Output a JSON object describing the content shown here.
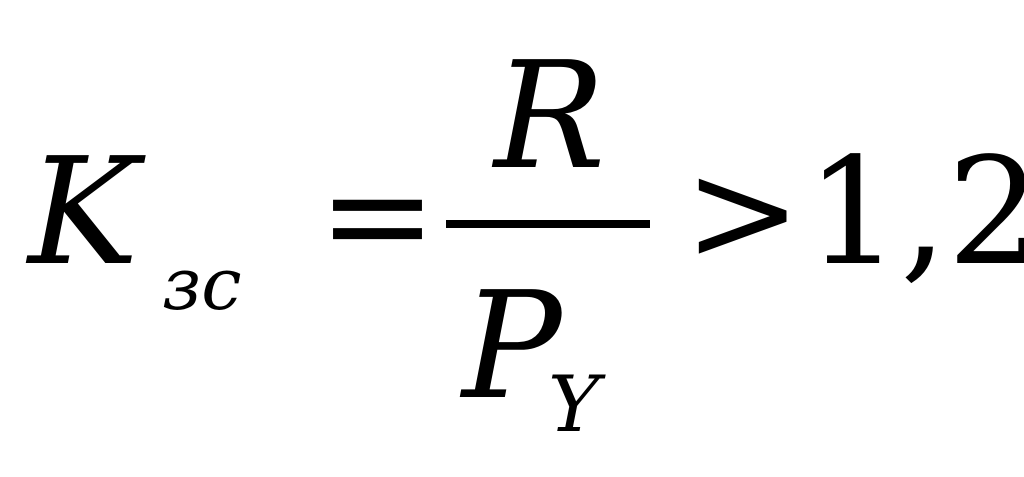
{
  "formula": {
    "lhs_symbol": "K",
    "lhs_subscript": "зс",
    "equals_sign": "=",
    "numerator": "R",
    "denominator_symbol": "P",
    "denominator_subscript": "Y",
    "relation": ">",
    "threshold": "1,2"
  }
}
